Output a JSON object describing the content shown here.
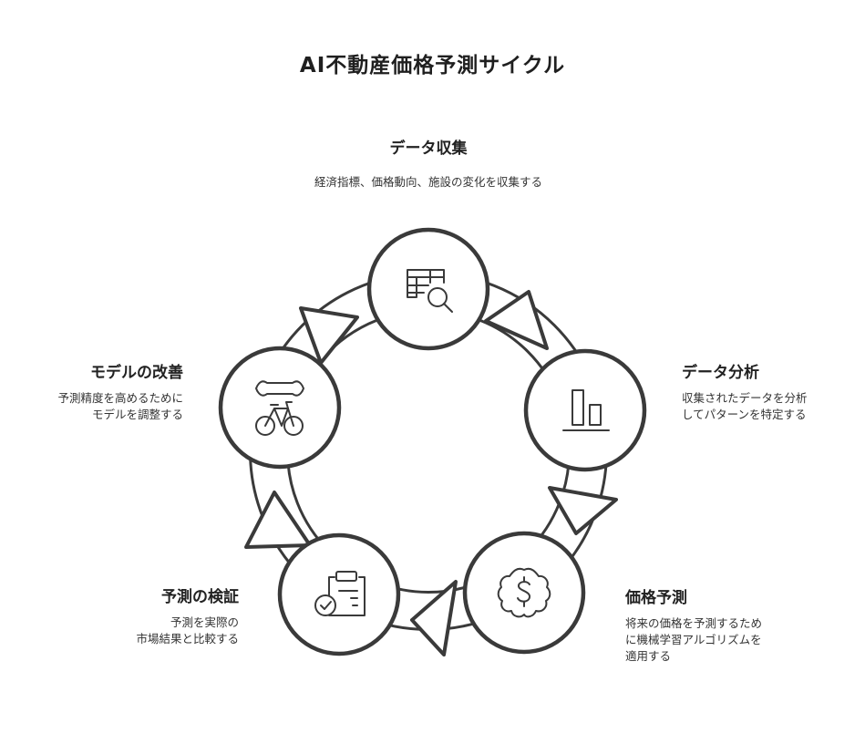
{
  "title": "AI不動産価格予測サイクル",
  "steps": [
    {
      "title": "データ収集",
      "desc": [
        "経済指標、価格動向、施設の変化を収集する"
      ],
      "icon": "table-search-icon"
    },
    {
      "title": "データ分析",
      "desc": [
        "収集されたデータを分析",
        "してパターンを特定する"
      ],
      "icon": "bar-chart-icon"
    },
    {
      "title": "価格予測",
      "desc": [
        "将来の価格を予測するため",
        "に機械学習アルゴリズムを",
        "適用する"
      ],
      "icon": "dollar-badge-icon"
    },
    {
      "title": "予測の検証",
      "desc": [
        "予測を実際の",
        "市場結果と比較する"
      ],
      "icon": "clipboard-check-icon"
    },
    {
      "title": "モデルの改善",
      "desc": [
        "予測精度を高めるために",
        "モデルを調整する"
      ],
      "icon": "wrench-bicycle-icon"
    }
  ],
  "colors": {
    "stroke": "#3a3a3a",
    "text": "#333333",
    "title": "#1f1f1f",
    "background": "#ffffff"
  }
}
